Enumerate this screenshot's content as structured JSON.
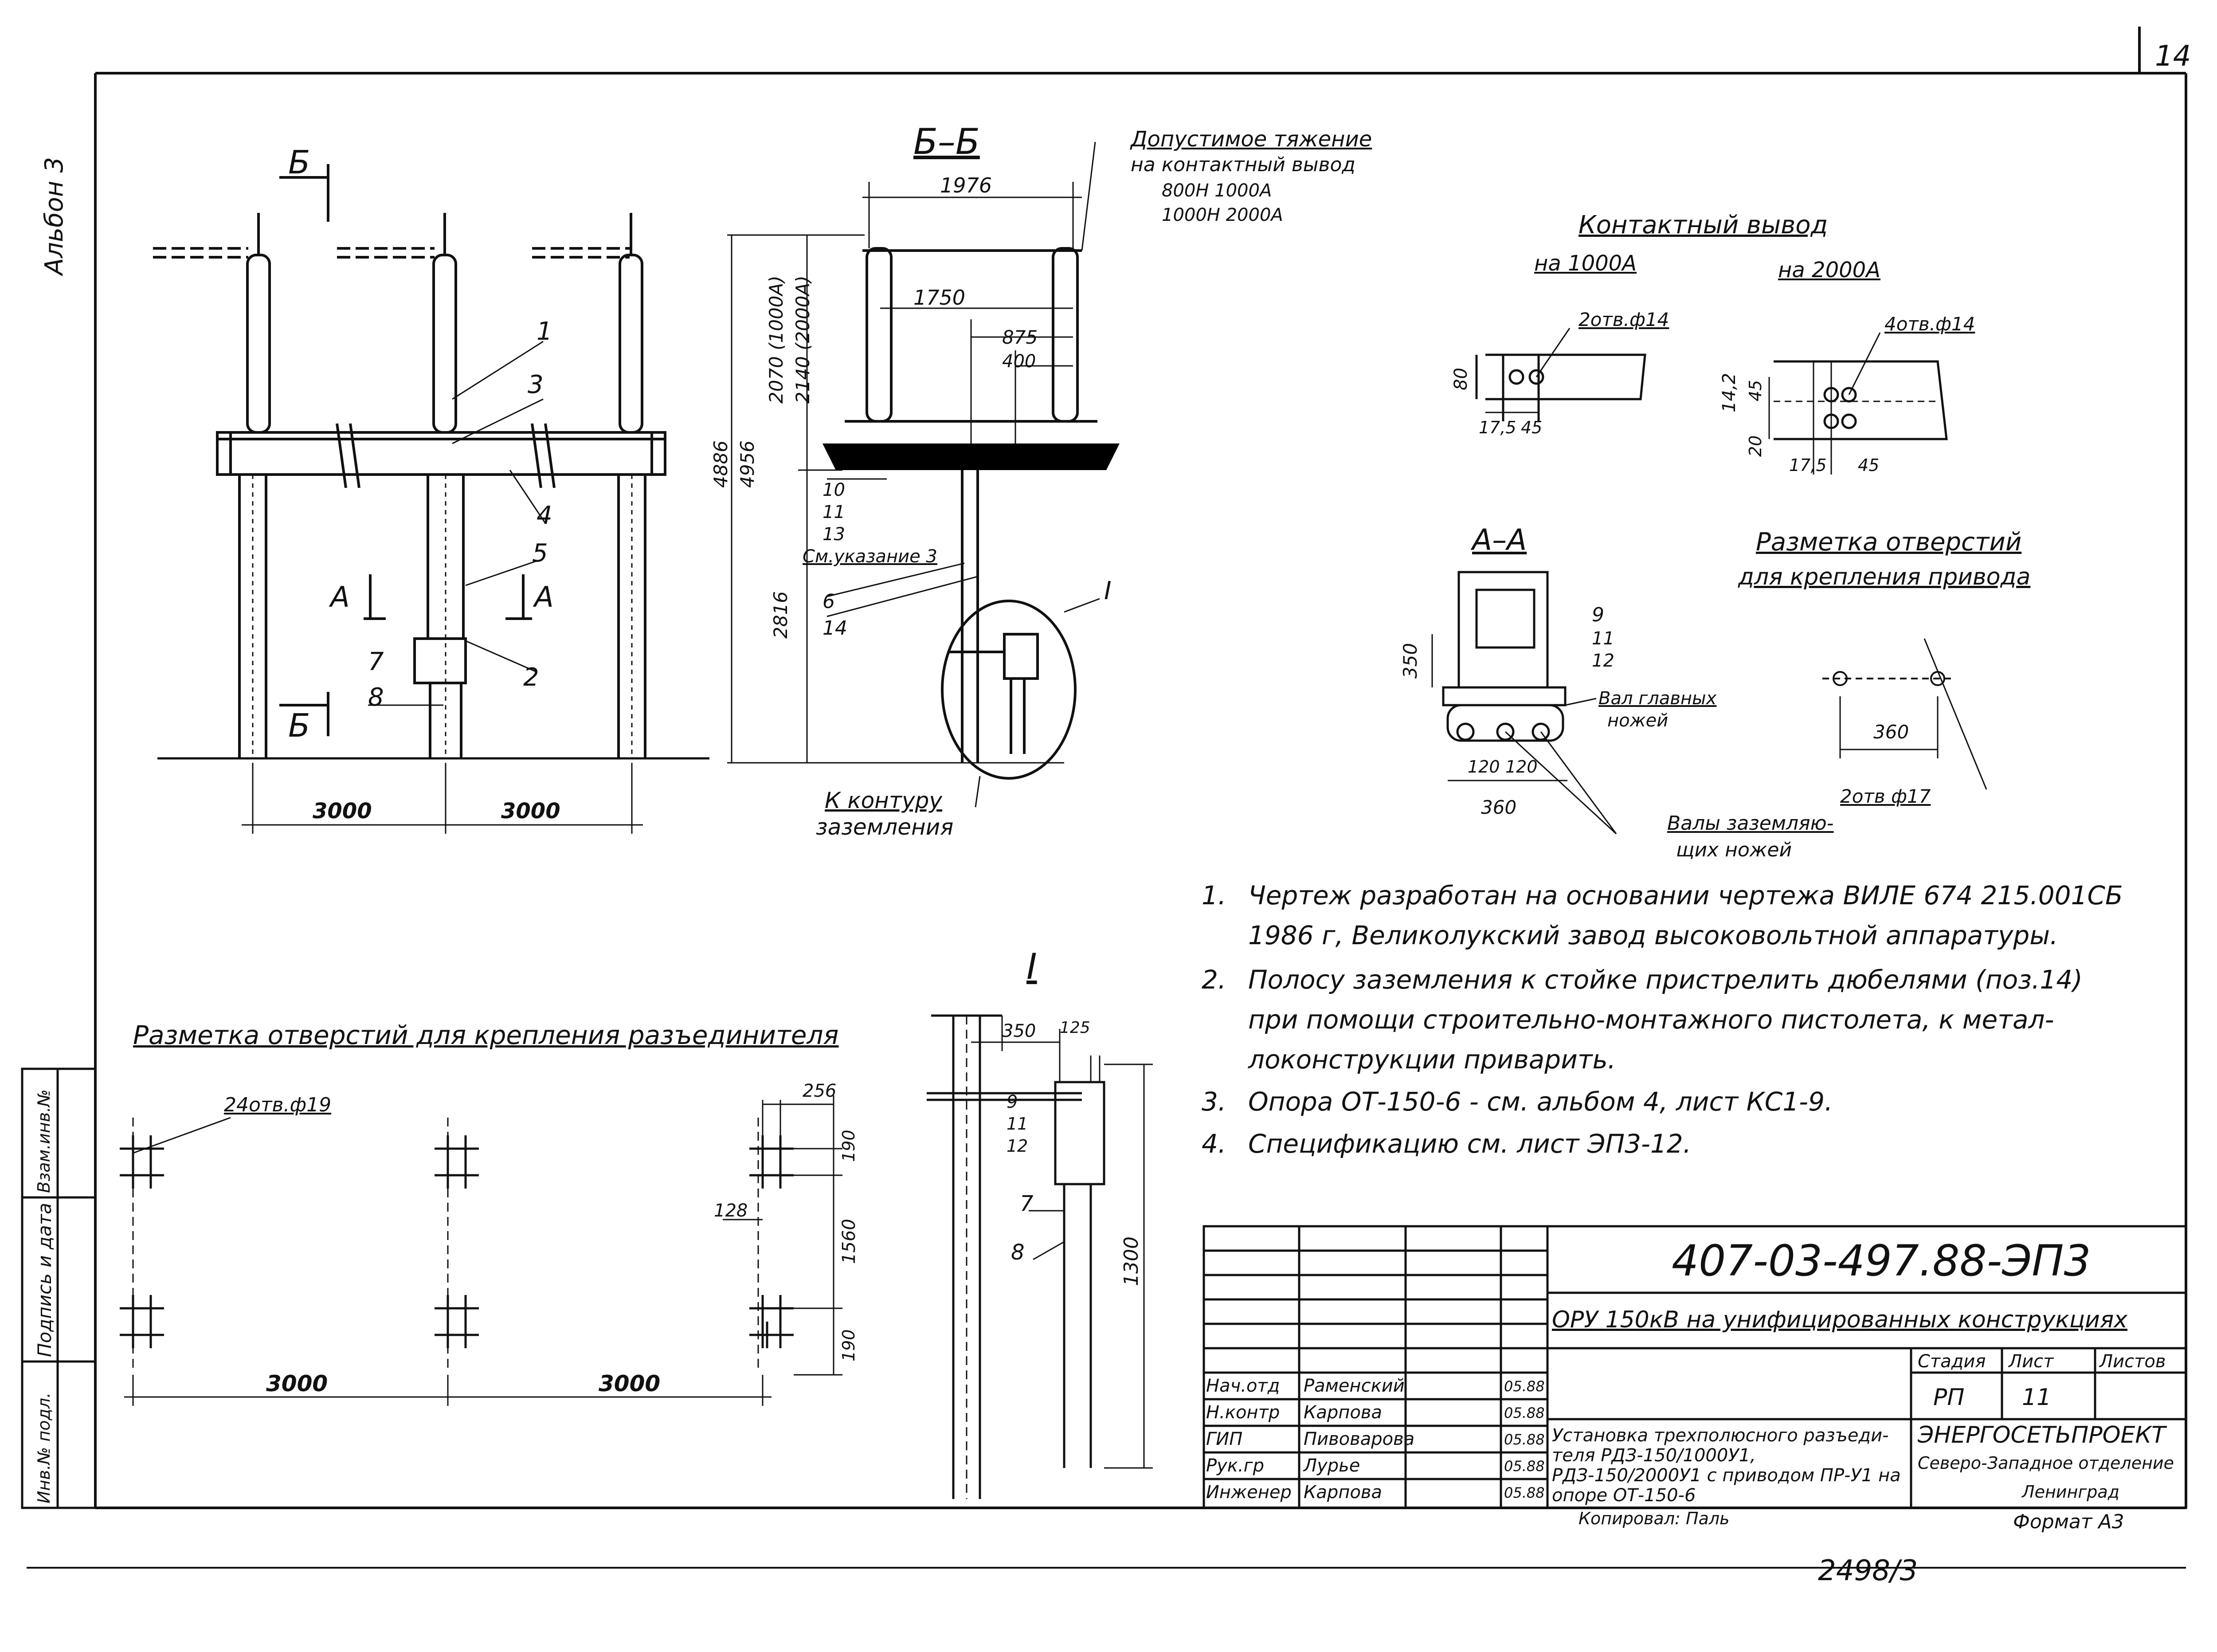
{
  "sheet": {
    "sheet_number": "14",
    "album": "Альбон 3",
    "copied": "Копировал: Паль",
    "format": "Формат А3",
    "inventory": "2498/3"
  },
  "views": {
    "front": {
      "section_letter": "Б",
      "cut_letter": "А",
      "dim_left": "3000",
      "dim_right": "3000",
      "callouts": [
        "1",
        "3",
        "4",
        "5",
        "2",
        "7",
        "8"
      ]
    },
    "section_bb": {
      "title": "Б–Б",
      "dim_top": "1976",
      "dim_1750": "1750",
      "dim_875": "875",
      "dim_400": "400",
      "dim_2070": "2070 (1000А)",
      "dim_2140": "2140 (2000А)",
      "dim_4886": "4886",
      "dim_4956": "4956",
      "dim_2816": "2816",
      "label_10": "10",
      "label_11": "11",
      "label_13": "13",
      "see_note": "См.указание 3",
      "label_6": "6",
      "label_14": "14",
      "detail_mark": "I",
      "ground_label_1": "К контуру",
      "ground_label_2": "заземления",
      "load_line1": "Допустимое тяжение",
      "load_line2": "на контактный вывод",
      "load_line3": "800Н  1000А",
      "load_line4": "1000Н  2000А"
    },
    "contact": {
      "title": "Контактный вывод",
      "sub_1000": "на 1000А",
      "sub_2000": "на 2000А",
      "holes_1000": "2отв.ф14",
      "holes_2000": "4отв.ф14",
      "d80": "80",
      "d175a": "17,5",
      "d45a": "45",
      "d142": "14,2",
      "d45b": "45",
      "d20": "20",
      "d175b": "17,5",
      "d45c": "45"
    },
    "section_aa": {
      "title": "А–А",
      "d350": "350",
      "label_9": "9",
      "label_11": "11",
      "label_12": "12",
      "shaft_main_1": "Вал главных",
      "shaft_main_2": "ножей",
      "d120a": "120",
      "d120b": "120",
      "d360": "360",
      "shaft_earth_1": "Валы заземляю-",
      "shaft_earth_2": "щих ножей"
    },
    "drive_marking": {
      "title_1": "Разметка отверстий",
      "title_2": "для крепления привода",
      "d360": "360",
      "holes": "2отв ф17"
    },
    "disconnector_marking": {
      "title": "Разметка отверстий для крепления разъединителя",
      "holes": "24отв.ф19",
      "d256": "256",
      "d190a": "190",
      "d128": "128",
      "d1560": "1560",
      "d190b": "190",
      "d3000a": "3000",
      "d3000b": "3000"
    },
    "detail_i": {
      "title": "I",
      "d350": "350",
      "d125": "125",
      "label_9": "9",
      "label_11": "11",
      "label_12": "12",
      "label_7": "7",
      "label_8": "8",
      "d1300": "1300"
    }
  },
  "notes": [
    {
      "num": "1.",
      "line1": "Чертеж разработан на основании чертежа ВИЛЕ 674 215.001СБ",
      "line2": "1986 г, Великолукский завод высоковольтной аппаратуры."
    },
    {
      "num": "2.",
      "line1": "Полосу заземления к стойке пристрелить дюбелями (поз.14)",
      "line2": "при помощи строительно-монтажного пистолета, к метал-",
      "line3": "локонструкции приварить."
    },
    {
      "num": "3.",
      "line1": "Опора ОТ-150-6  - см. альбом 4, лист КС1-9."
    },
    {
      "num": "4.",
      "line1": "Спецификацию см. лист ЭП3-12."
    }
  ],
  "title_block": {
    "code": "407-03-497.88-ЭП3",
    "project": "ОРУ 150кВ на унифицированных конструкциях",
    "stage_header": "Стадия",
    "sheet_header": "Лист",
    "sheets_header": "Листов",
    "stage": "РП",
    "sheet": "11",
    "sheets": "",
    "drawing_title": "Установка трехполюсного разъеди- теля РДЗ-150/1000У1, РДЗ-150/2000У1 с приводом ПР-У1 на опоре ОТ-150-6",
    "org_line1": "ЭНЕРГОСЕТЬПРОЕКТ",
    "org_line2": "Северо-Западное отделение",
    "org_line3": "Ленинград",
    "roles": [
      {
        "role": "Нач.отд",
        "name": "Раменский",
        "date": "05.88"
      },
      {
        "role": "Н.контр",
        "name": "Карпова",
        "date": "05.88"
      },
      {
        "role": "ГИП",
        "name": "Пивоварова",
        "date": "05.88"
      },
      {
        "role": "Рук.гр",
        "name": "Лурье",
        "date": "05.88"
      },
      {
        "role": "Инженер",
        "name": "Карпова",
        "date": "05.88"
      }
    ]
  },
  "side_stamp": {
    "inv_orig": "Инв.№ подл.",
    "sign_date": "Подпись и дата",
    "inv_repl": "Взам.инв.№"
  }
}
